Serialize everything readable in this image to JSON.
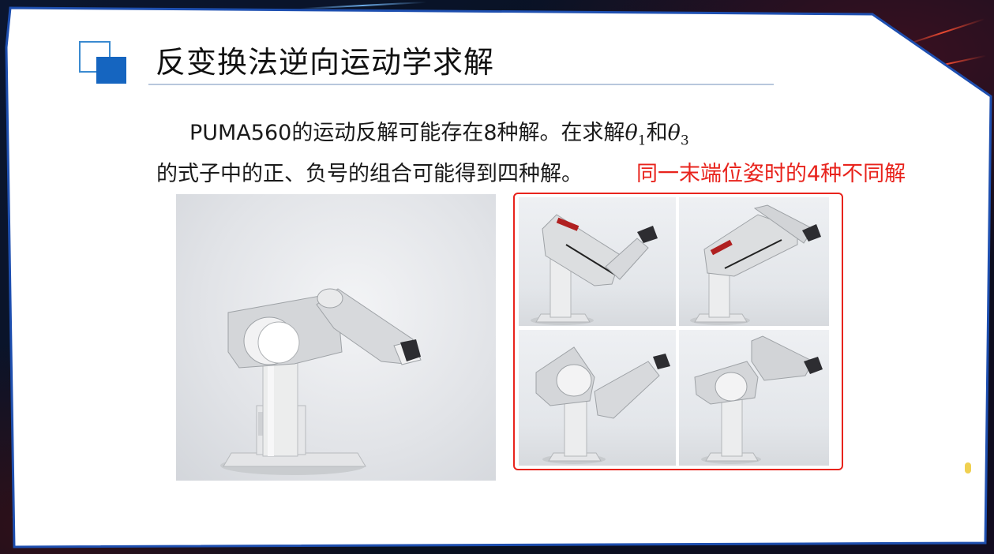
{
  "slide": {
    "title": "反变换法逆向运动学求解",
    "line1_prefix": "PUMA560的运动反解可能存在8种解。在求解",
    "theta1_symbol": "θ",
    "theta1_sub": "1",
    "line1_and": "和",
    "theta3_symbol": "θ",
    "theta3_sub": "3",
    "line2": "的式子中的正、负号的组合可能得到四种解。",
    "red_note": "同一末端位姿时的4种不同解"
  },
  "colors": {
    "accent_blue": "#1565c0",
    "highlight_red": "#e8231c",
    "robot_body": "#d9dbde",
    "robot_dark": "#2a2a2e"
  },
  "figures": {
    "main_icon": "puma560-robot-arm-render",
    "solutions_icon": "puma560-four-solutions-grid"
  }
}
